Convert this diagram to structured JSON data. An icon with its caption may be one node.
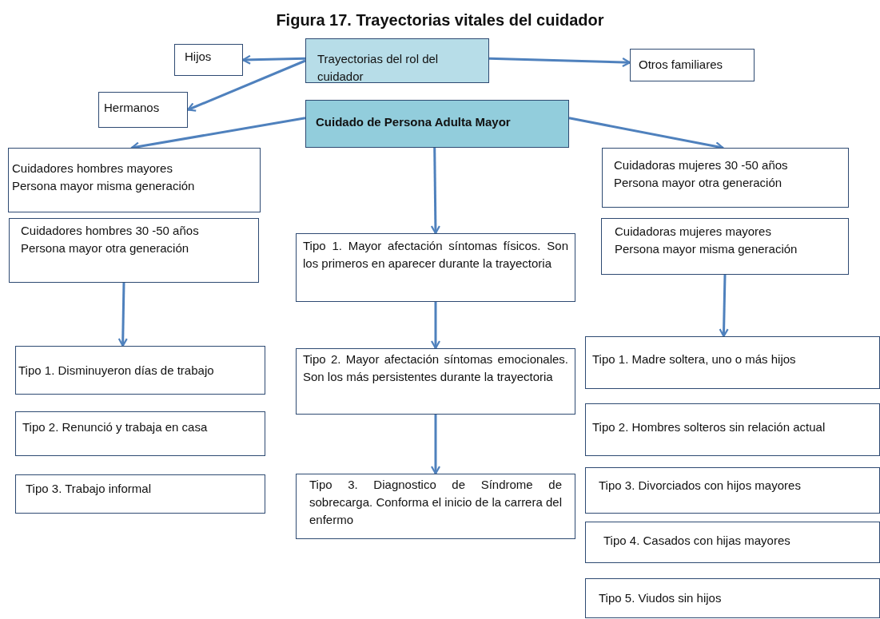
{
  "diagram": {
    "title": "Figura 17. Trayectorias vitales del cuidador",
    "nodes": [
      {
        "text": [
          "Hijos"
        ]
      },
      {
        "text": [
          "Trayectorias del rol del cuidador"
        ]
      },
      {
        "text": [
          "Otros familiares"
        ]
      },
      {
        "text": [
          "Hermanos"
        ]
      },
      {
        "text": [
          "Cuidado de Persona Adulta Mayor"
        ]
      },
      {
        "text": [
          "Cuidadores hombres mayores",
          "Persona mayor misma generación"
        ]
      },
      {
        "text": [
          "Cuidadoras mujeres 30 -50 años",
          "Persona mayor otra generación"
        ]
      },
      {
        "text": [
          "Cuidadores hombres 30 -50 años",
          "Persona mayor otra generación"
        ]
      },
      {
        "text": [
          "Tipo 1. Mayor afectación síntomas físicos. Son los primeros en aparecer durante la trayectoria"
        ]
      },
      {
        "text": [
          "Cuidadoras mujeres mayores",
          "Persona mayor misma generación"
        ]
      },
      {
        "text": [
          "Tipo 1. Disminuyeron días de trabajo"
        ]
      },
      {
        "text": [
          "Tipo 2. Mayor afectación síntomas emocionales. Son los más persistentes durante la trayectoria"
        ]
      },
      {
        "text": [
          "Tipo 1. Madre soltera, uno o más hijos"
        ]
      },
      {
        "text": [
          "Tipo 2. Renunció y trabaja en casa"
        ]
      },
      {
        "text": [
          "Tipo 2. Hombres solteros sin relación actual"
        ]
      },
      {
        "text": [
          "Tipo 3. Trabajo informal"
        ]
      },
      {
        "text": [
          "Tipo 3. Diagnostico de Síndrome de sobrecarga. Conforma el inicio de la carrera del enfermo"
        ]
      },
      {
        "text": [
          "Tipo 3. Divorciados con hijos mayores"
        ]
      },
      {
        "text": [
          "Tipo 4. Casados con hijas mayores"
        ]
      },
      {
        "text": [
          "Tipo 5. Viudos sin hijos"
        ]
      }
    ],
    "edges": [
      {
        "from": 1,
        "to": 0,
        "arrow": "to"
      },
      {
        "from": 1,
        "to": 3,
        "arrow": "to"
      },
      {
        "from": 1,
        "to": 2,
        "arrow": "to"
      },
      {
        "from": 4,
        "to": 5,
        "arrow": "to"
      },
      {
        "from": 4,
        "to": 6,
        "arrow": "to"
      },
      {
        "from": 4,
        "to": 8,
        "arrow": "to"
      },
      {
        "from": 7,
        "to": 10,
        "arrow": "to"
      },
      {
        "from": 8,
        "to": 11,
        "arrow": "to"
      },
      {
        "from": 11,
        "to": 16,
        "arrow": "to"
      },
      {
        "from": 9,
        "to": 12,
        "arrow": "to"
      }
    ]
  }
}
